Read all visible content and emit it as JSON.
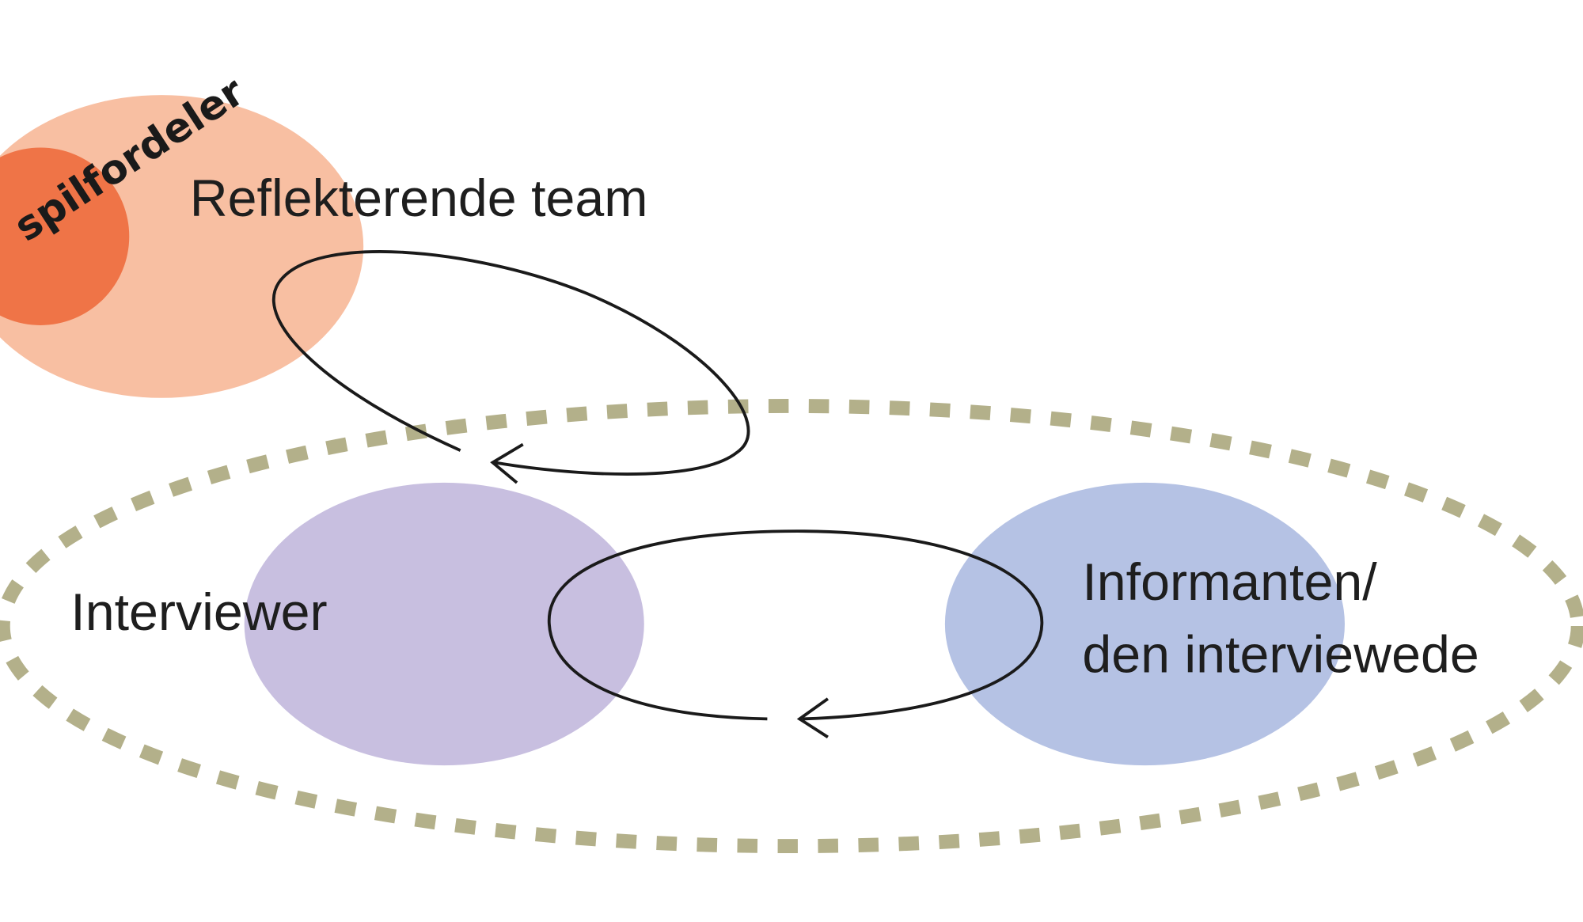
{
  "diagram": {
    "labels": {
      "role_tag": "spilfordeler",
      "reflecting_team": "Reflekterende team",
      "interviewer": "Interviewer",
      "informant_line1": "Informanten/",
      "informant_line2": "den interviewede"
    },
    "colors": {
      "reflecting_team_fill": "#f8bfa2",
      "role_tag_fill": "#ef7447",
      "interviewer_fill": "#c8bfe0",
      "informant_fill": "#b5c2e4",
      "dashed_border": "#b3b08a",
      "arrow_stroke": "#1a1a1a",
      "text": "#1e1e1e"
    },
    "relations": [
      {
        "from": "reflecting_team",
        "to": "interviewer",
        "style": "loop-arrow"
      },
      {
        "from": "informant",
        "to": "interviewer",
        "style": "loop-arrow"
      }
    ],
    "group": {
      "members": [
        "interviewer",
        "informant"
      ],
      "style": "dashed-ellipse"
    }
  }
}
